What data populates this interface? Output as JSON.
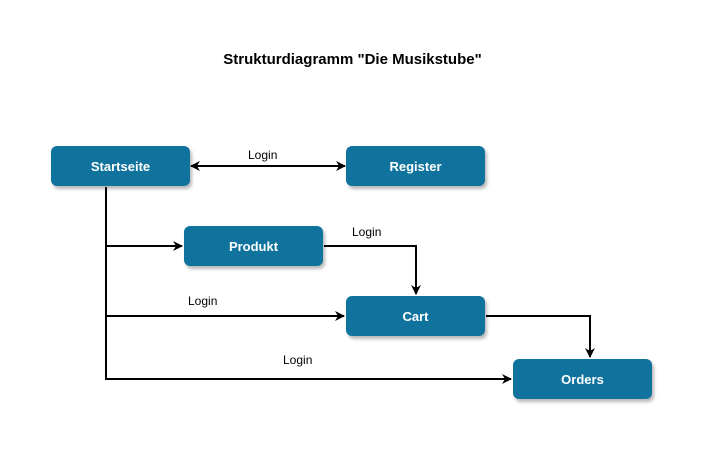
{
  "diagram": {
    "title": "Strukturdiagramm \"Die Musikstube\"",
    "colors": {
      "node_fill": "#10739E",
      "node_text": "#FFFFFF",
      "edge": "#000000",
      "background": "#FFFFFF"
    },
    "nodes": {
      "startseite": {
        "label": "Startseite"
      },
      "register": {
        "label": "Register"
      },
      "produkt": {
        "label": "Produkt"
      },
      "cart": {
        "label": "Cart"
      },
      "orders": {
        "label": "Orders"
      }
    },
    "edges": [
      {
        "from": "Startseite",
        "to": "Register",
        "label": "Login",
        "bidirectional": true
      },
      {
        "from": "Startseite",
        "to": "Produkt",
        "label": ""
      },
      {
        "from": "Produkt",
        "to": "Cart",
        "label": "Login"
      },
      {
        "from": "Startseite",
        "to": "Cart",
        "label": "Login"
      },
      {
        "from": "Cart",
        "to": "Orders",
        "label": ""
      },
      {
        "from": "Startseite",
        "to": "Orders",
        "label": "Login"
      }
    ]
  }
}
